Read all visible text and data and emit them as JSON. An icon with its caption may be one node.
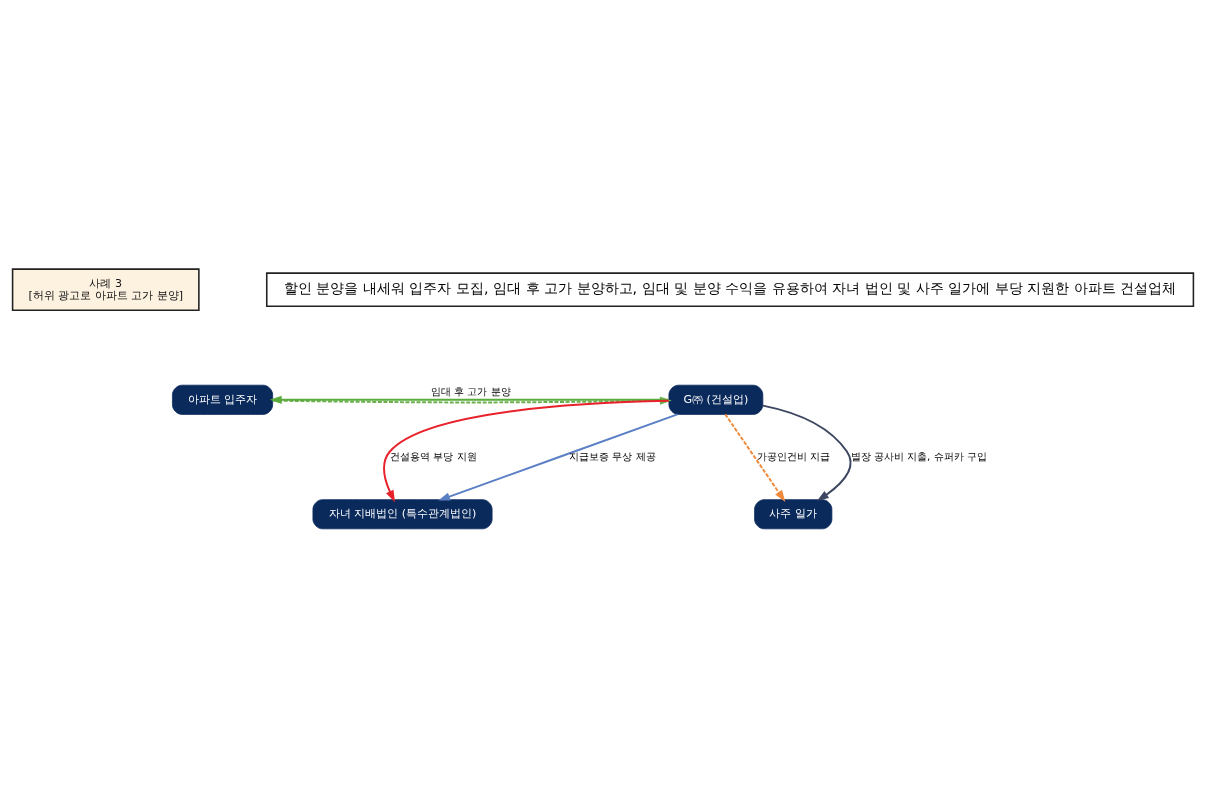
{
  "diagram": {
    "nodes": [
      {
        "text": [
          "사례 3",
          "[허위 광고로 아파트 고가 분양]"
        ]
      },
      {
        "text": [
          "할인 분양을 내세워 입주자 모집, 임대 후 고가 분양하고, 임대 및 분양 수익을 유용하여 자녀 법인 및 사주 일가에 부당 지원한 아파트 건설업체"
        ]
      },
      {
        "text": [
          "아파트 입주자"
        ]
      },
      {
        "text": [
          "G㈜ (건설업)"
        ]
      },
      {
        "text": [
          "자녀 지배법인 (특수관계법인)"
        ]
      },
      {
        "text": [
          "사주 일가"
        ]
      }
    ],
    "edges": [
      {
        "from": 2,
        "to": 3,
        "arrow": "to",
        "style": "dashed",
        "color": "#6ab04c"
      },
      {
        "from": 3,
        "to": 2,
        "arrow": "to",
        "label": "임대 후 고가 분양",
        "color": "#5aaa3c"
      },
      {
        "from": 3,
        "to": 4,
        "arrow": "to",
        "label": "건설용역 부당 지원",
        "color": "#e8212a"
      },
      {
        "from": 3,
        "to": 4,
        "arrow": "to",
        "label": "지급보증 무상 제공",
        "color": "#5a7fc4"
      },
      {
        "from": 3,
        "to": 5,
        "arrow": "to",
        "label": "가공인건비 지급",
        "style": "dashed",
        "color": "#f08a3c"
      },
      {
        "from": 3,
        "to": 5,
        "arrow": "to",
        "label": "별장 공사비 지출, 슈퍼카 구입",
        "color": "#3d4660"
      }
    ]
  }
}
